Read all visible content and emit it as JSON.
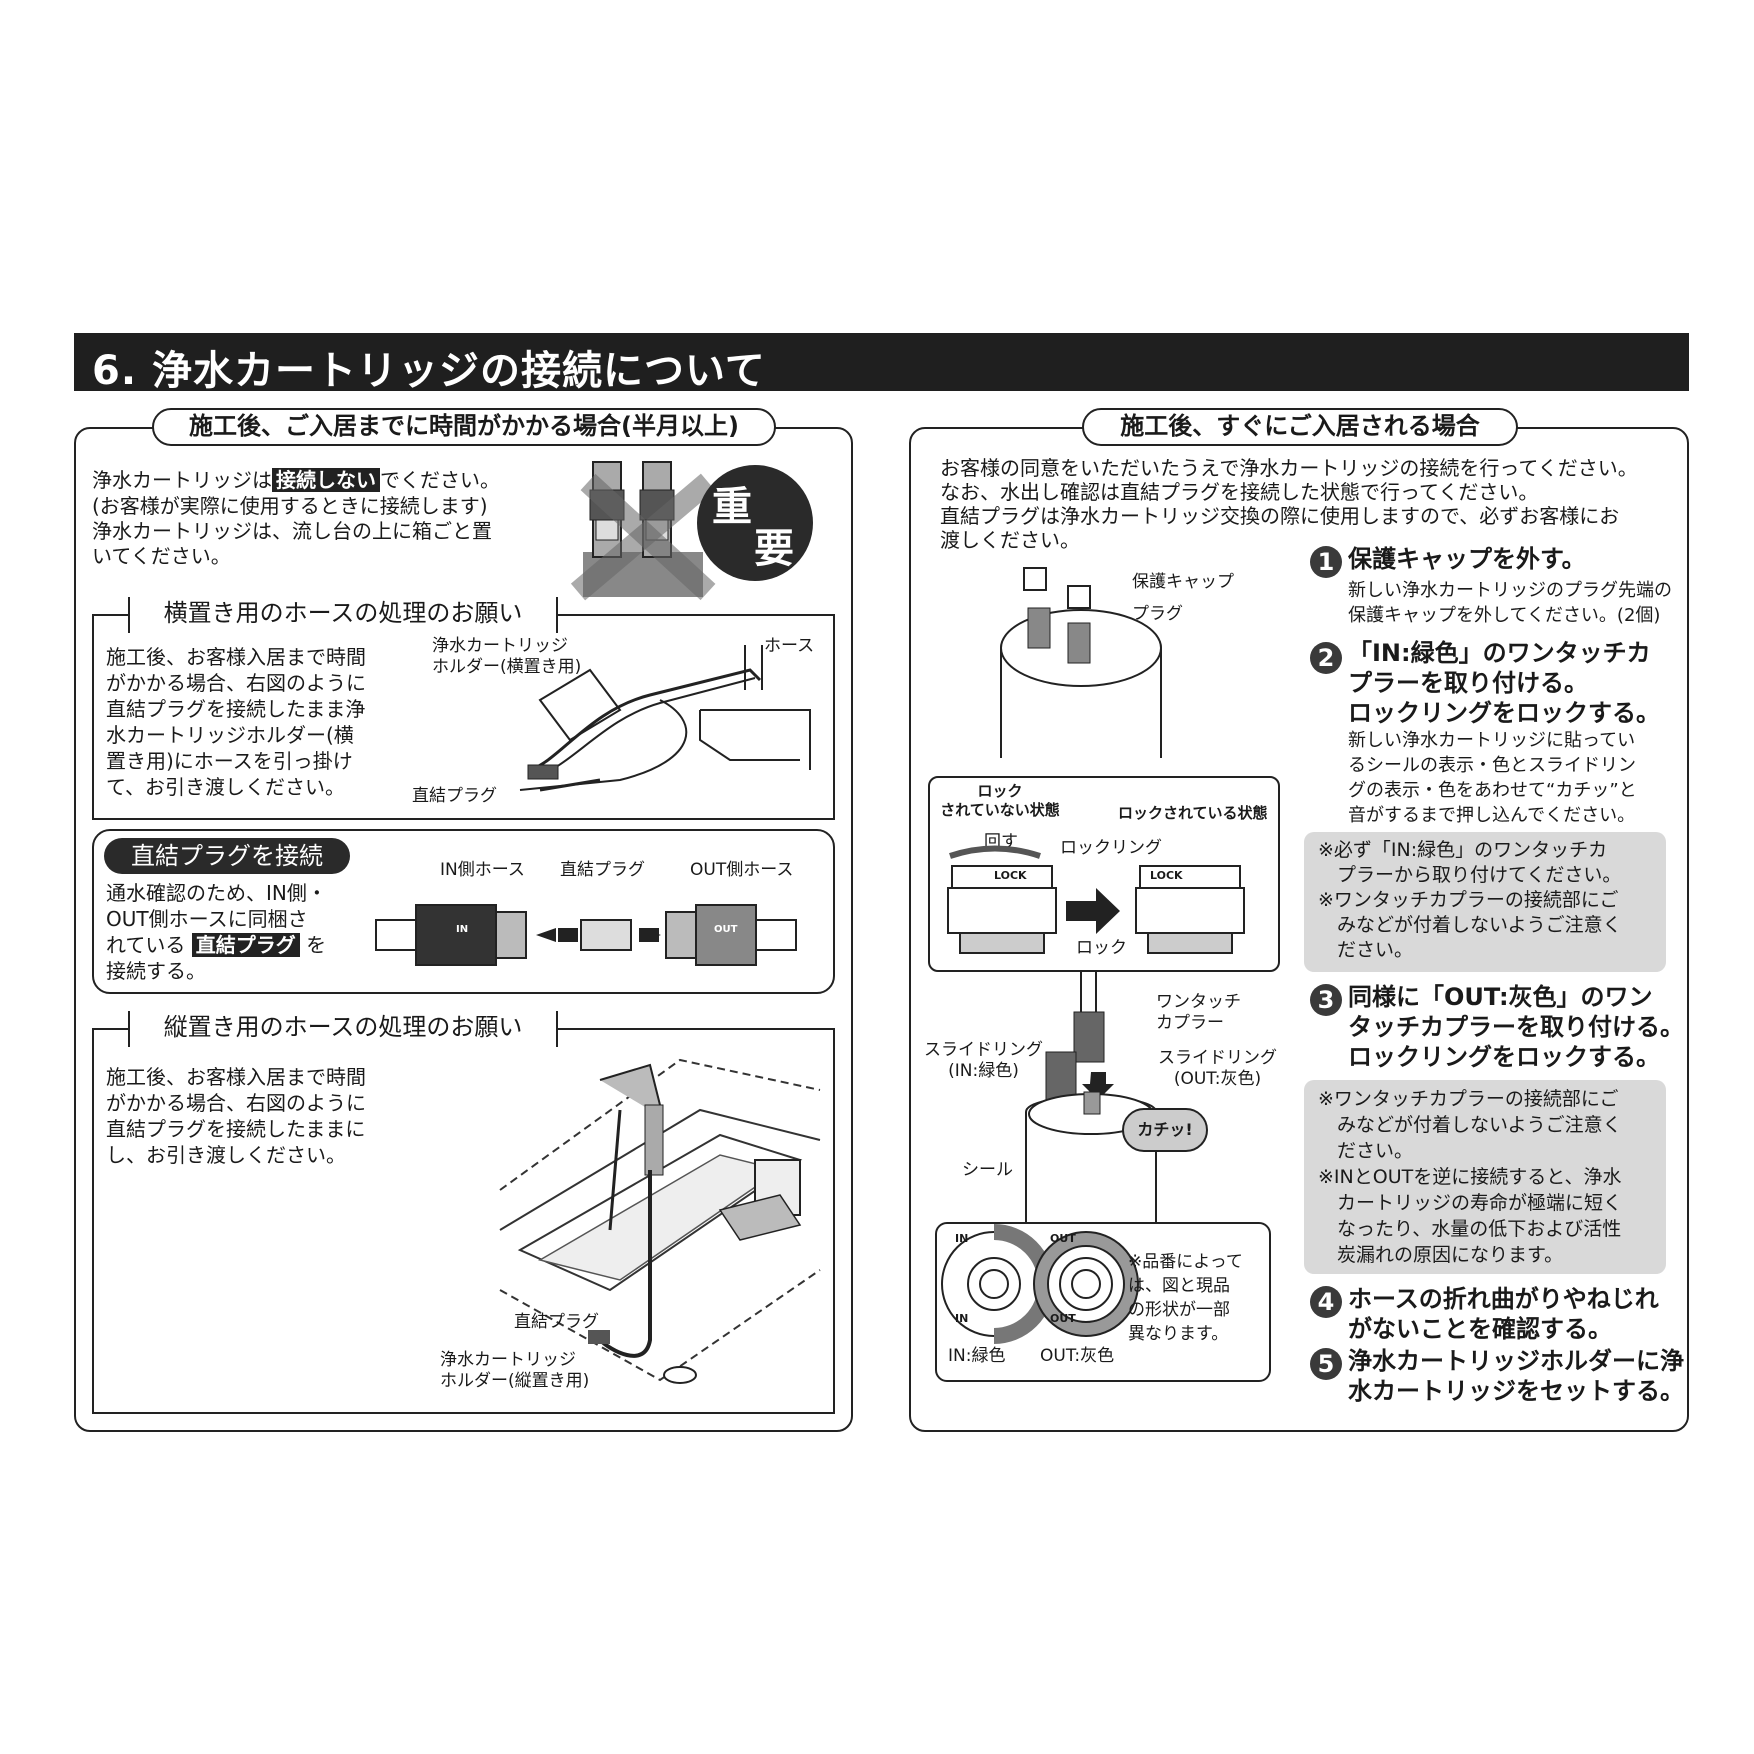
{
  "title": "6. 浄水カートリッジの接続について",
  "left": {
    "pill": "施工後、ご入居までに時間がかかる場合(半月以上)",
    "intro": {
      "line1_a": "浄水カートリッジは",
      "line1_b": "接続しない",
      "line1_c": "でください。",
      "line2": "(お客様が実際に使用するときに接続します)",
      "line3": "浄水カートリッジは、流し台の上に箱ごと置",
      "line4": "いてください。"
    },
    "important_badge": [
      "重",
      "要"
    ],
    "horizontal": {
      "tab": "横置き用のホースの処理のお願い",
      "lines": [
        "施工後、お客様入居まで時間",
        "がかかる場合、右図のように",
        "直結プラグを接続したまま浄",
        "水カートリッジホルダー(横",
        "置き用)にホースを引っ掛け",
        "て、お引き渡しください。"
      ],
      "label_holder": [
        "浄水カートリッジ",
        "ホルダー(横置き用)"
      ],
      "label_hose": "ホース",
      "label_plug": "直結プラグ"
    },
    "connect": {
      "tab": "直結プラグを接続",
      "line1": "通水確認のため、IN側・",
      "line2": "OUT側ホースに同梱さ",
      "line3_a": "れている",
      "line3_b": "直結プラグ",
      "line3_c": "を",
      "line4": "接続する。",
      "label_in": "IN側ホース",
      "label_plug": "直結プラグ",
      "label_out": "OUT側ホース",
      "mark_in": "IN",
      "mark_out": "OUT"
    },
    "vertical": {
      "tab": "縦置き用のホースの処理のお願い",
      "lines": [
        "施工後、お客様入居まで時間",
        "がかかる場合、右図のように",
        "直結プラグを接続したままに",
        "し、お引き渡しください。"
      ],
      "label_plug": "直結プラグ",
      "label_holder": [
        "浄水カートリッジ",
        "ホルダー(縦置き用)"
      ]
    }
  },
  "right": {
    "pill": "施工後、すぐにご入居される場合",
    "intro": [
      "お客様の同意をいただいたうえで浄水カートリッジの接続を行ってください。",
      "なお、水出し確認は直結プラグを接続した状態で行ってください。",
      "直結プラグは浄水カートリッジ交換の際に使用しますので、必ずお客様にお",
      "渡しください。"
    ],
    "fig_labels": {
      "cap": "保護キャップ",
      "plug": "プラグ",
      "unlocked": [
        "ロック",
        "されていない状態"
      ],
      "locked": "ロックされている状態",
      "rotate": "回す",
      "lockring": "ロックリング",
      "lock": "ロック",
      "lock_mark": "LOCK",
      "onetouch": [
        "ワンタッチ",
        "カプラー"
      ],
      "slide_in": [
        "スライドリング",
        "(IN:緑色)"
      ],
      "slide_out": [
        "スライドリング",
        "(OUT:灰色)"
      ],
      "click": "カチッ!",
      "seal": "シール",
      "in_green": "IN:緑色",
      "out_gray": "OUT:灰色",
      "mark_in": "IN",
      "mark_out": "OUT",
      "variant_note": [
        "※品番によって",
        "は、図と現品",
        "の形状が一部",
        "異なります。"
      ]
    },
    "steps": [
      {
        "num": "1",
        "head": [
          "保護キャップを外す。"
        ],
        "body": [
          "新しい浄水カートリッジのプラグ先端の",
          "保護キャップを外してください。(2個)"
        ]
      },
      {
        "num": "2",
        "head": [
          "「IN:緑色」のワンタッチカ",
          "プラーを取り付ける。",
          "ロックリングをロックする。"
        ],
        "body": [
          "新しい浄水カートリッジに貼ってい",
          "るシールの表示・色とスライドリン",
          "グの表示・色をあわせて“カチッ”と",
          "音がするまで押し込んでください。"
        ]
      },
      {
        "num": "3",
        "head": [
          "同様に「OUT:灰色」のワン",
          "タッチカプラーを取り付ける。",
          "ロックリングをロックする。"
        ],
        "body": []
      },
      {
        "num": "4",
        "head": [
          "ホースの折れ曲がりやねじれ",
          "がないことを確認する。"
        ],
        "body": []
      },
      {
        "num": "5",
        "head": [
          "浄水カートリッジホルダーに浄",
          "水カートリッジをセットする。"
        ],
        "body": []
      }
    ],
    "note1": [
      "※必ず「IN:緑色」のワンタッチカ",
      "　プラーから取り付けてください。",
      "※ワンタッチカプラーの接続部にご",
      "　みなどが付着しないようご注意く",
      "　ださい。"
    ],
    "note2": [
      "※ワンタッチカプラーの接続部にご",
      "　みなどが付着しないようご注意く",
      "　ださい。",
      "※INとOUTを逆に接続すると、浄水",
      "　カートリッジの寿命が極端に短く",
      "　なったり、水量の低下および活性",
      "　炭漏れの原因になります。"
    ]
  }
}
